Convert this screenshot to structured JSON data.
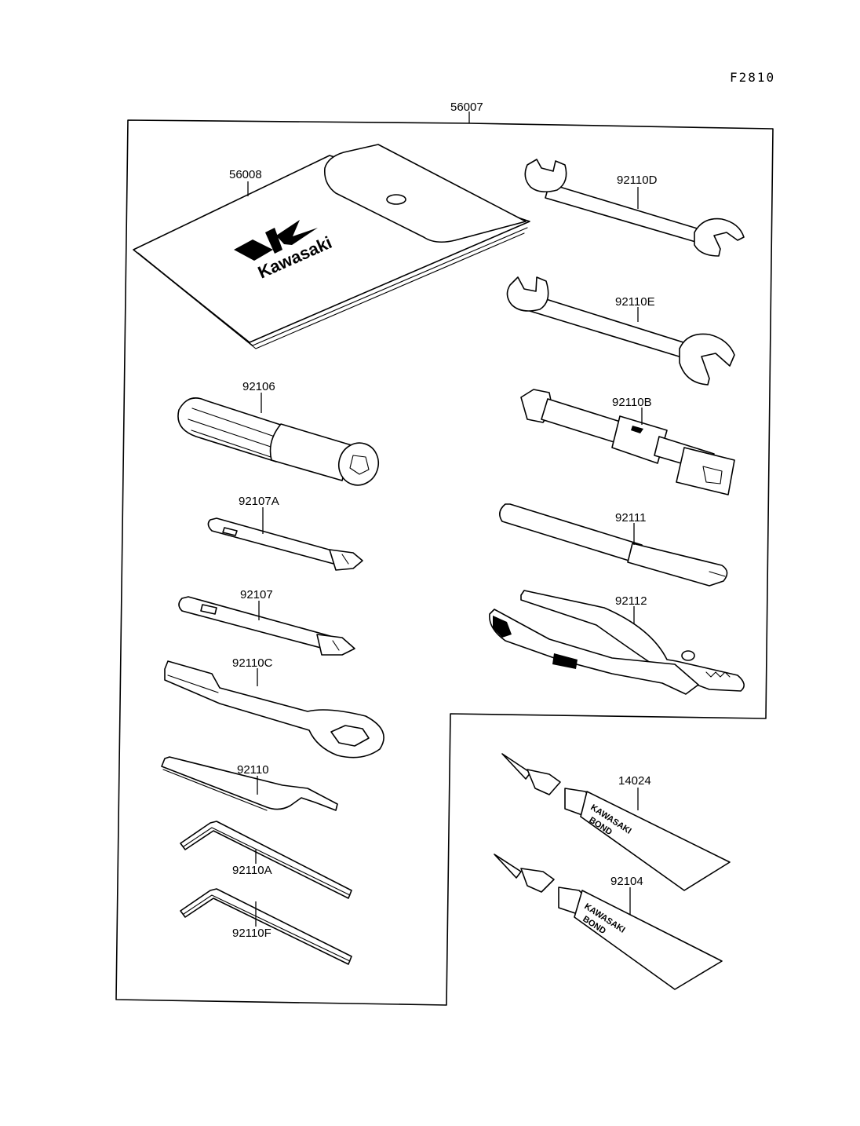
{
  "figure_id": "F2810",
  "brand": {
    "pouch_logo_text": "Kawasaki",
    "tube_text_line1": "KAWASAKI",
    "tube_text_line2": "BOND"
  },
  "parts": [
    {
      "id": "56007",
      "label": "56007"
    },
    {
      "id": "56008",
      "label": "56008"
    },
    {
      "id": "92110D",
      "label": "92110D"
    },
    {
      "id": "92110E",
      "label": "92110E"
    },
    {
      "id": "92106",
      "label": "92106"
    },
    {
      "id": "92110B",
      "label": "92110B"
    },
    {
      "id": "92107A",
      "label": "92107A"
    },
    {
      "id": "92111",
      "label": "92111"
    },
    {
      "id": "92107",
      "label": "92107"
    },
    {
      "id": "92112",
      "label": "92112"
    },
    {
      "id": "92110C",
      "label": "92110C"
    },
    {
      "id": "92110",
      "label": "92110"
    },
    {
      "id": "14024",
      "label": "14024"
    },
    {
      "id": "92110A",
      "label": "92110A"
    },
    {
      "id": "92104",
      "label": "92104"
    },
    {
      "id": "92110F",
      "label": "92110F"
    }
  ]
}
